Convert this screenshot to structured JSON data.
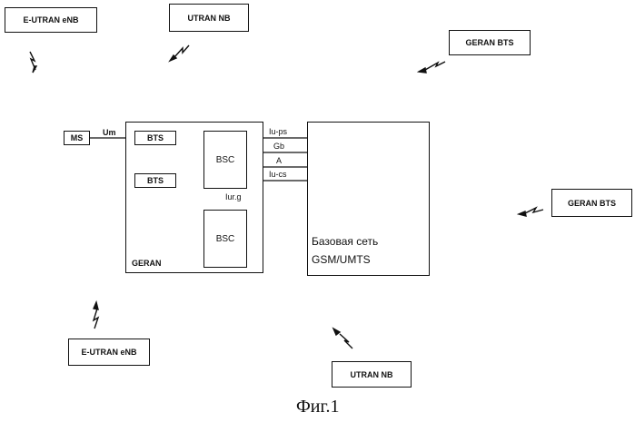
{
  "nodes": {
    "eutran_top": "E-UTRAN eNB",
    "utran_top": "UTRAN NB",
    "geran_bts_top": "GERAN BTS",
    "geran_bts_right": "GERAN BTS",
    "eutran_bottom": "E-UTRAN eNB",
    "utran_bottom": "UTRAN NB",
    "ms": "MS",
    "bts1": "BTS",
    "bts2": "BTS",
    "bsc1": "BSC",
    "bsc2": "BSC",
    "geran": "GERAN",
    "core_line1": "Базовая сеть",
    "core_line2": "GSM/UMTS"
  },
  "links": {
    "um": "Um",
    "iu_ps": "Iu-ps",
    "gb": "Gb",
    "a": "A",
    "iu_cs": "Iu-cs",
    "iur_g": "Iur.g"
  },
  "caption": "Фиг.1"
}
